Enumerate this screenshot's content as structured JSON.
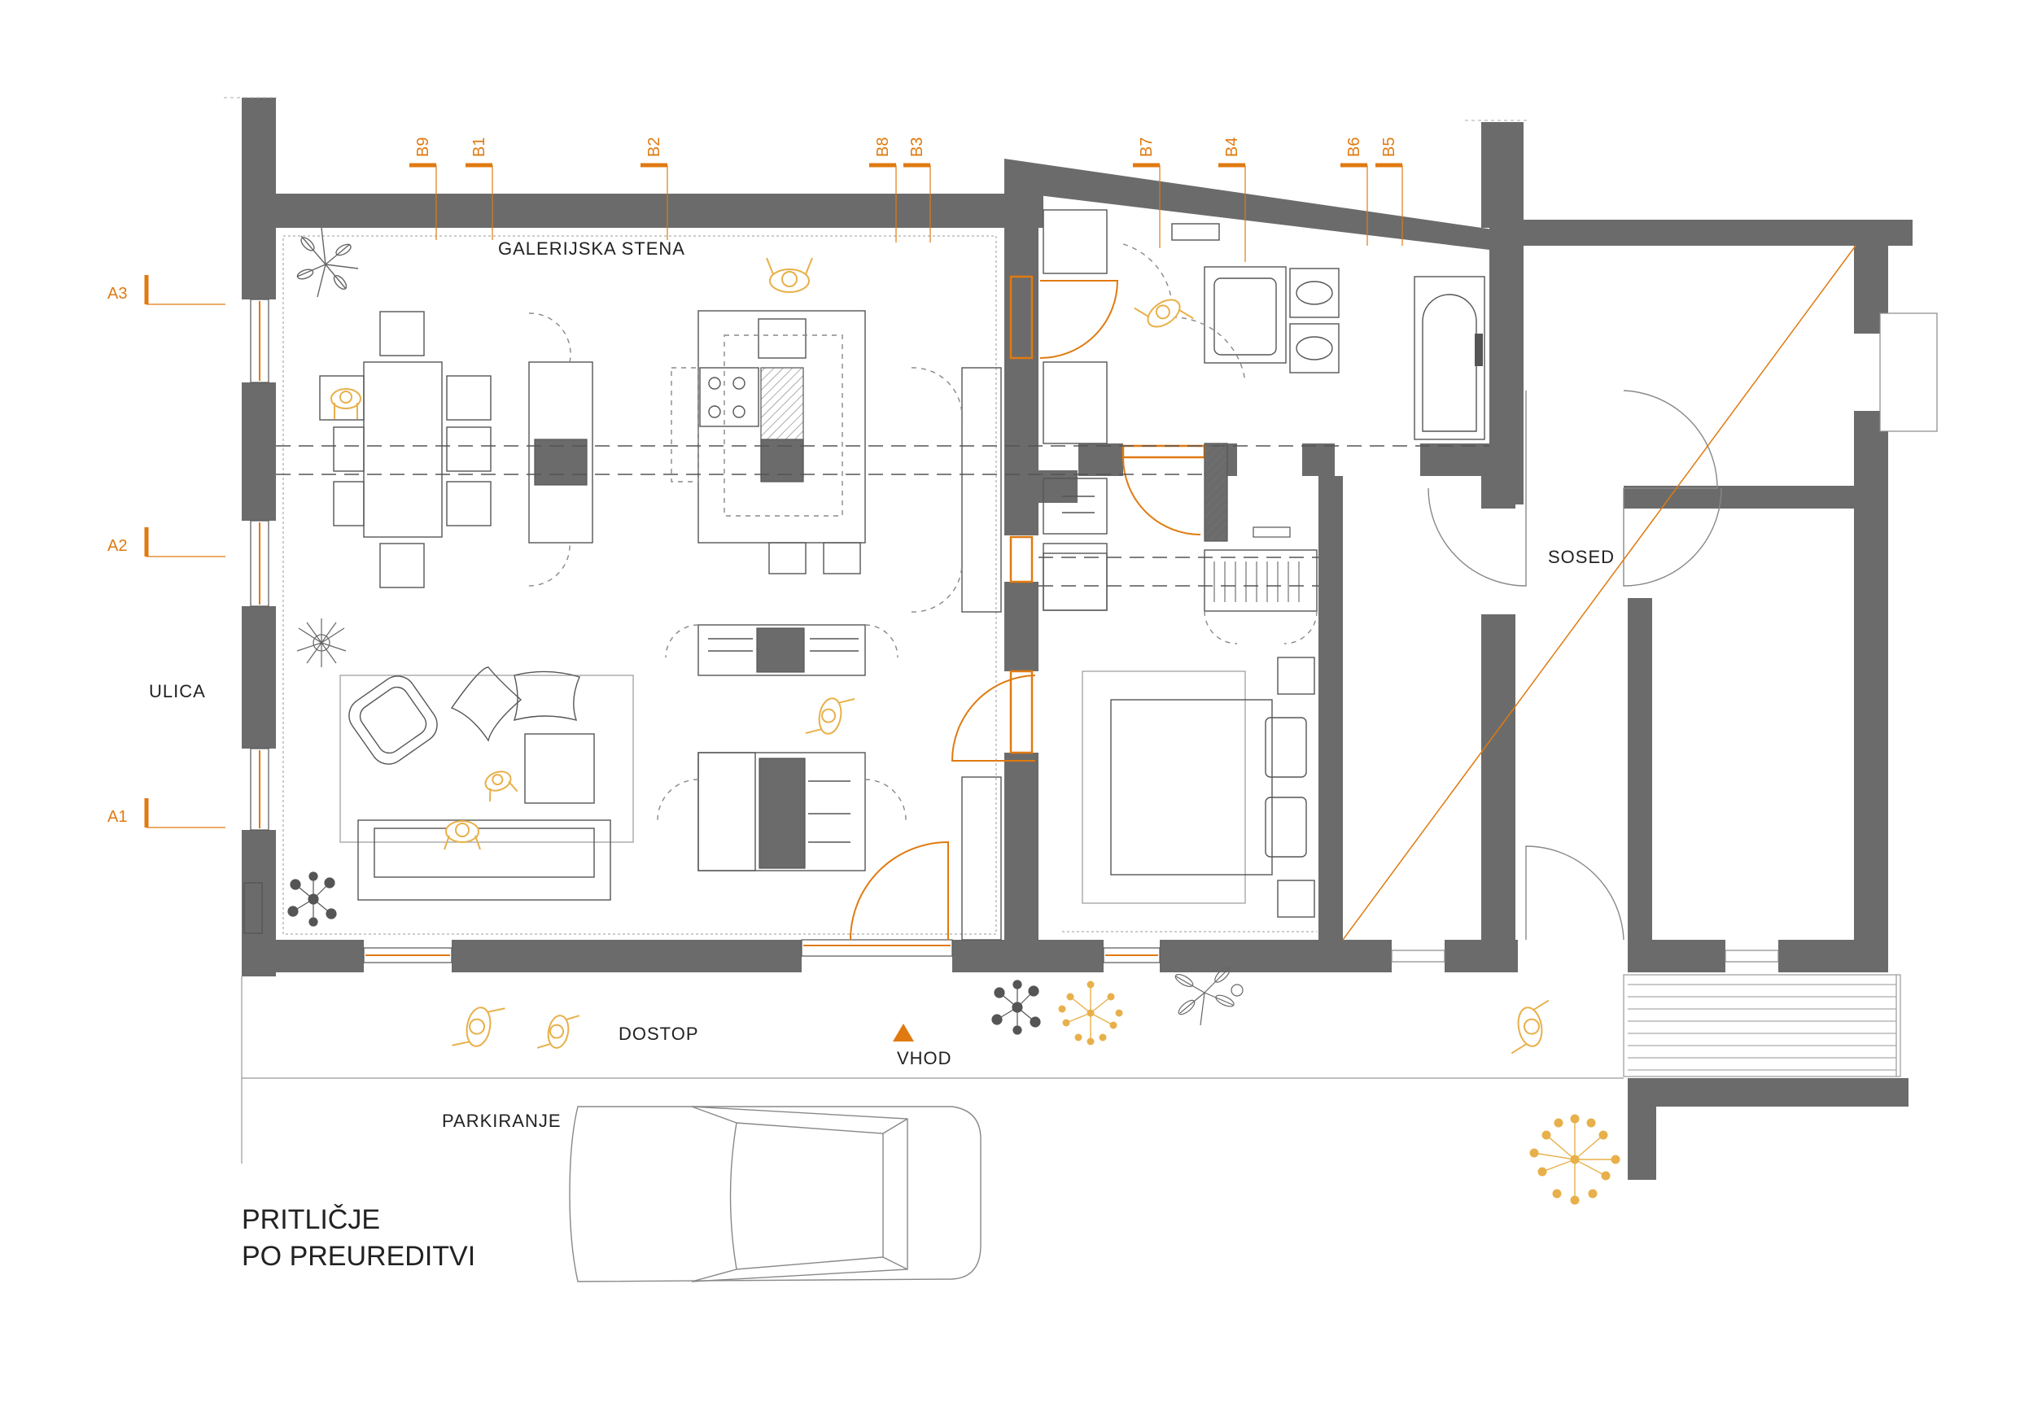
{
  "colors": {
    "accent": "#e07a10",
    "wall": "#6b6b6b",
    "line": "#555555",
    "plant_yellow": "#e8b04a"
  },
  "title": {
    "line1": "PRITLIČJE",
    "line2": "PO PREUREDITVI"
  },
  "labels": {
    "gallery_wall": "GALERIJSKA STENA",
    "street": "ULICA",
    "neighbour": "SOSED",
    "access": "DOSTOP",
    "entrance": "VHOD",
    "parking": "PARKIRANJE"
  },
  "section_markers_top": [
    "B9",
    "B1",
    "B2",
    "B8",
    "B3",
    "B7",
    "B4",
    "B6",
    "B5"
  ],
  "section_markers_left": [
    "A3",
    "A2",
    "A1"
  ],
  "icons": {
    "entrance": "triangle-up-icon",
    "people": "person-topview-icon",
    "plants": "plant-topview-icon",
    "car": "car-topview-icon"
  }
}
